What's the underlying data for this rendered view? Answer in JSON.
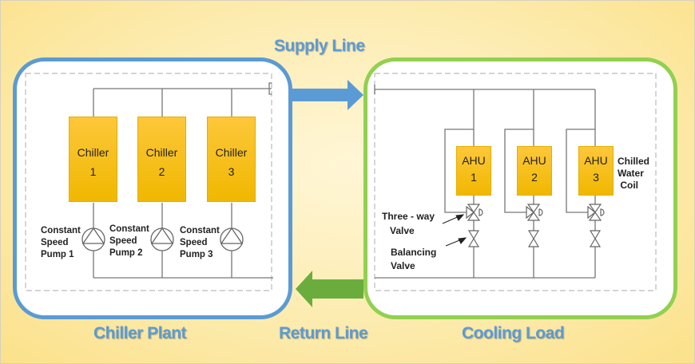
{
  "title_supply": "Supply Line",
  "title_return": "Return Line",
  "chiller_plant": {
    "caption": "Chiller Plant",
    "border_color": "#5b9bd5",
    "chillers": [
      {
        "line1": "Chiller",
        "line2": "1"
      },
      {
        "line1": "Chiller",
        "line2": "2"
      },
      {
        "line1": "Chiller",
        "line2": "3"
      }
    ],
    "pumps": [
      {
        "label": "Constant\nSpeed\nPump 1"
      },
      {
        "label": "Constant\nSpeed\nPump 2"
      },
      {
        "label": "Constant\nSpeed\nPump 3"
      }
    ]
  },
  "cooling_load": {
    "caption": "Cooling Load",
    "border_color": "#92d050",
    "ahus": [
      {
        "line1": "AHU",
        "line2": "1"
      },
      {
        "line1": "AHU",
        "line2": "2"
      },
      {
        "line1": "AHU",
        "line2": "3"
      }
    ],
    "coil_label": "Chilled\nWater\n Coil",
    "three_way_label": "Three - way\n   Valve",
    "balancing_label": "Balancing\nValve"
  },
  "arrows": {
    "supply_color": "#5b9bd5",
    "return_color": "#6aad3c"
  }
}
